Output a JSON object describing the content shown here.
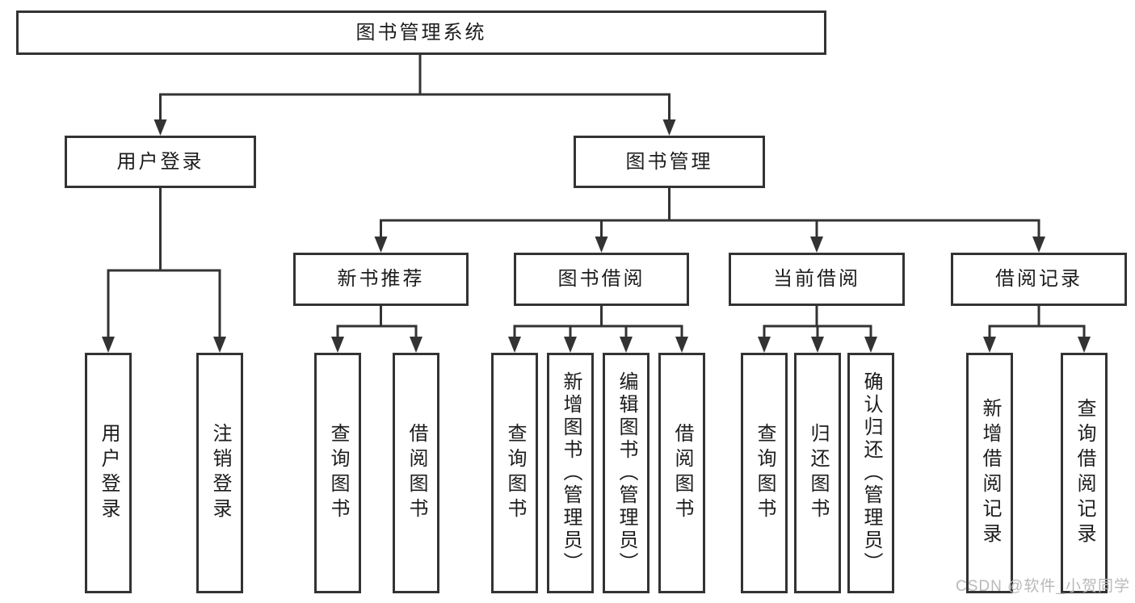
{
  "nodes": {
    "root": "图书管理系统",
    "l2": [
      "用户登录",
      "图书管理"
    ],
    "l3": [
      "新书推荐",
      "图书借阅",
      "当前借阅",
      "借阅记录"
    ],
    "leaves_user": [
      "用户登录",
      "注销登录"
    ],
    "leaves_recommend": [
      "查询图书",
      "借阅图书"
    ],
    "leaves_borrow": [
      "查询图书",
      "新增图书（管理员）",
      "编辑图书（管理员）",
      "借阅图书"
    ],
    "leaves_current": [
      "查询图书",
      "归还图书",
      "确认归还（管理员）"
    ],
    "leaves_records": [
      "新增借阅记录",
      "查询借阅记录"
    ]
  },
  "watermark": "CSDN @软件_小贺同学",
  "colors": {
    "line": "#333333",
    "text": "#1c1c1c",
    "background": "#ffffff",
    "watermark": "#b9b9b9"
  }
}
